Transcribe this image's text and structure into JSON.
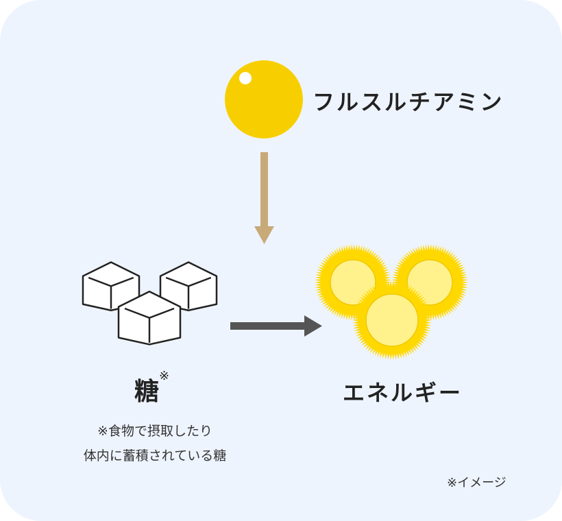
{
  "title": "フルスルチアミン",
  "sugar_label": "糖",
  "sugar_mark": "※",
  "energy_label": "エネルギー",
  "note_line1": "※食物で摂取したり",
  "note_line2": "体内に蓄積されている糖",
  "image_note": "※イメージ",
  "colors": {
    "background": "#eef4fd",
    "ball": "#f7cf00",
    "down_arrow": "#c8aa78",
    "right_arrow": "#555555",
    "spike": "#ffd800",
    "core": "#fff28c"
  }
}
